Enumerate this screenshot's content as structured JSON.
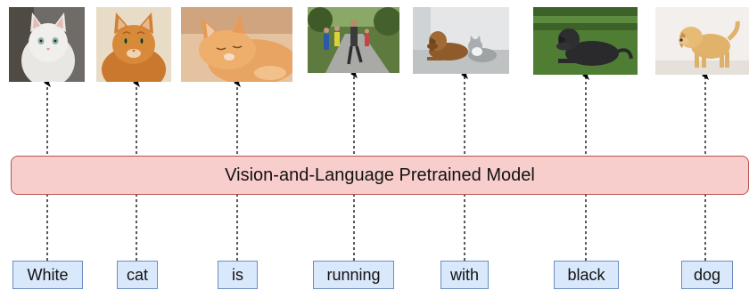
{
  "model": {
    "label": "Vision-and-Language Pretrained Model",
    "fill": "#f8cecc",
    "stroke": "#b85450"
  },
  "tokens": [
    {
      "word": "White",
      "image": "white-cat-photo"
    },
    {
      "word": "cat",
      "image": "orange-cat-photo"
    },
    {
      "word": "is",
      "image": "sleeping-kitten-photo"
    },
    {
      "word": "running",
      "image": "runners-photo"
    },
    {
      "word": "with",
      "image": "dog-and-cat-photo"
    },
    {
      "word": "black",
      "image": "black-dog-photo"
    },
    {
      "word": "dog",
      "image": "puppy-photo"
    }
  ],
  "token_fill": "#dae8fc",
  "token_stroke": "#6c8ebf",
  "connector_color": "#000000"
}
